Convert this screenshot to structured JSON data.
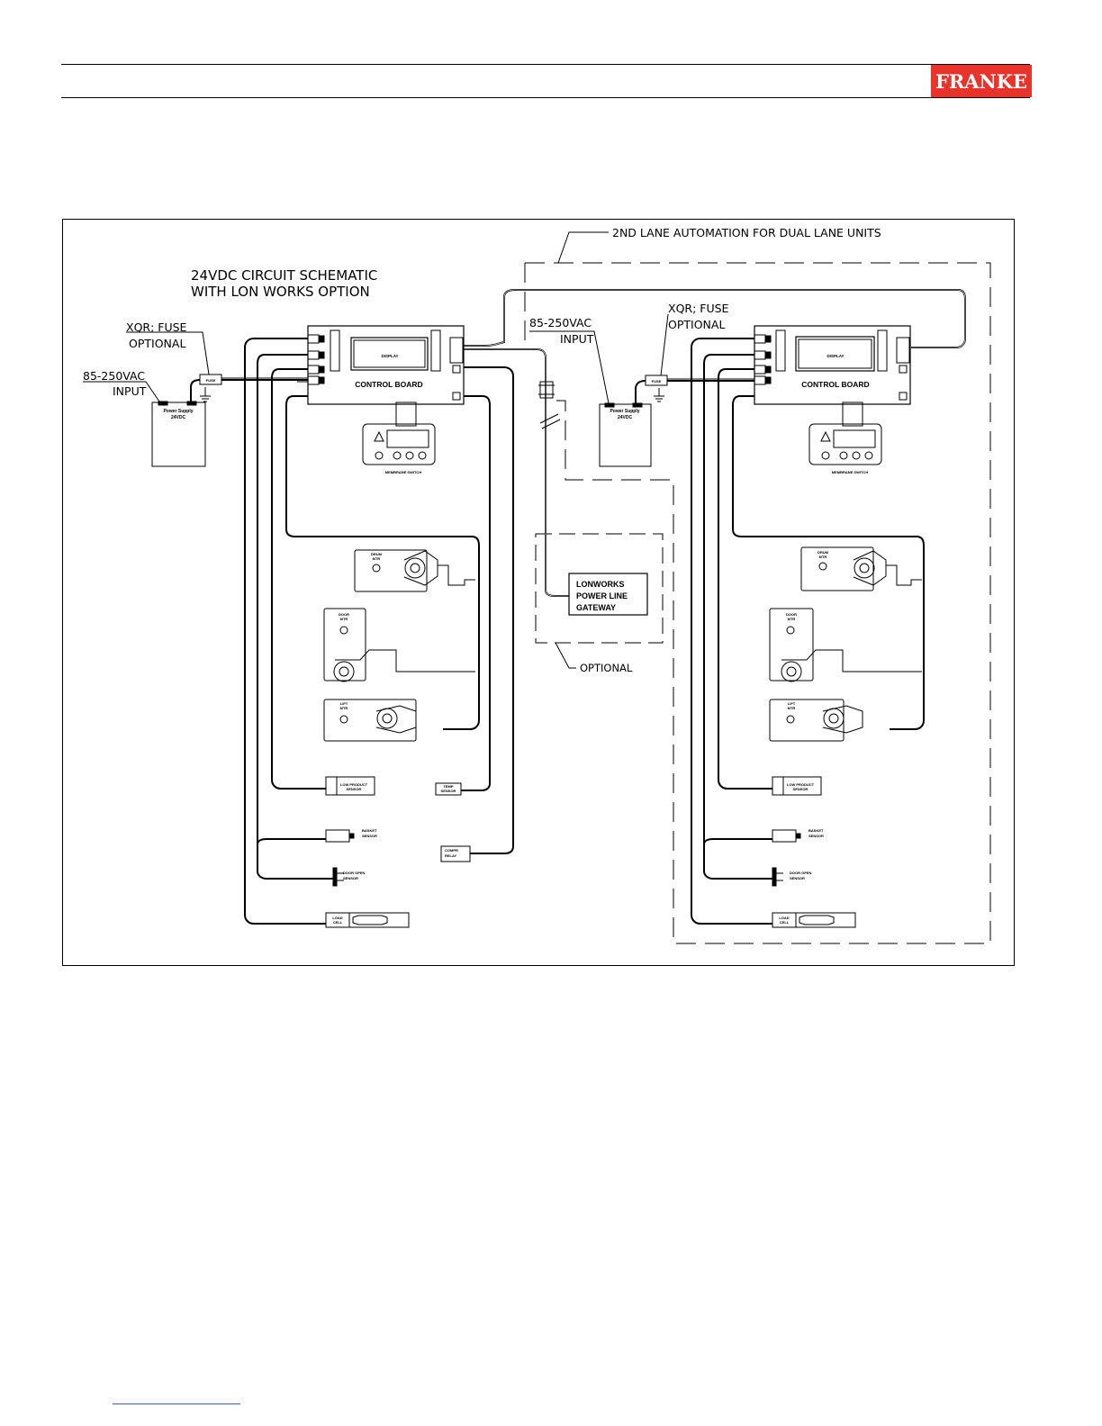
{
  "header": {
    "logo_text": "FRANKE",
    "logo_color": "#e8332a"
  },
  "diagram": {
    "title_line1": "24VDC CIRCUIT SCHEMATIC",
    "title_line2": "WITH LON WORKS OPTION",
    "second_lane_label": "2ND LANE AUTOMATION FOR DUAL LANE UNITS",
    "optional_label": "OPTIONAL",
    "gateway_line1": "LONWORKS",
    "gateway_line2": "POWER LINE",
    "gateway_line3": "GATEWAY",
    "lane1": {
      "fuse_line1": "XQR; FUSE",
      "fuse_line2": "OPTIONAL",
      "input_line1": "85-250VAC",
      "input_line2": "INPUT",
      "psu_line1": "Power Supply",
      "psu_line2": "24VDC",
      "fuse_box": "FUSE",
      "display": "DISPLAY",
      "control_board": "CONTROL BOARD",
      "membrane_switch": "MEMBRANE SWITCH",
      "drum_motor": [
        "DRUM",
        "MTR"
      ],
      "door_motor": [
        "DOOR",
        "MTR"
      ],
      "lift_motor": [
        "LIFT",
        "MTR"
      ],
      "low_product_sensor": [
        "LOW PRODUCT",
        "SENSOR"
      ],
      "temp_sensor": [
        "TEMP",
        "SENSOR"
      ],
      "basket_sensor": [
        "BASKET",
        "SENSOR"
      ],
      "compr_relay": [
        "COMPR",
        "RELAY"
      ],
      "door_open_sensor": [
        "DOOR OPEN",
        "SENSOR"
      ],
      "load_cell": [
        "LOAD",
        "CELL"
      ]
    },
    "lane2": {
      "fuse_line1": "XQR; FUSE",
      "fuse_line2": "OPTIONAL",
      "input_line1": "85-250VAC",
      "input_line2": "INPUT",
      "psu_line1": "Power Supply",
      "psu_line2": "24VDC",
      "fuse_box": "FUSE",
      "display": "DISPLAY",
      "control_board": "CONTROL BOARD",
      "membrane_switch": "MEMBRANE SWITCH",
      "drum_motor": [
        "DRUM",
        "MTR"
      ],
      "door_motor": [
        "DOOR",
        "MTR"
      ],
      "lift_motor": [
        "LIFT",
        "MTR"
      ],
      "low_product_sensor": [
        "LOW PRODUCT",
        "SENSOR"
      ],
      "basket_sensor": [
        "BASKET",
        "SENSOR"
      ],
      "door_open_sensor": [
        "DOOR OPEN",
        "SENSOR"
      ],
      "load_cell": [
        "LOAD",
        "CELL"
      ]
    }
  }
}
